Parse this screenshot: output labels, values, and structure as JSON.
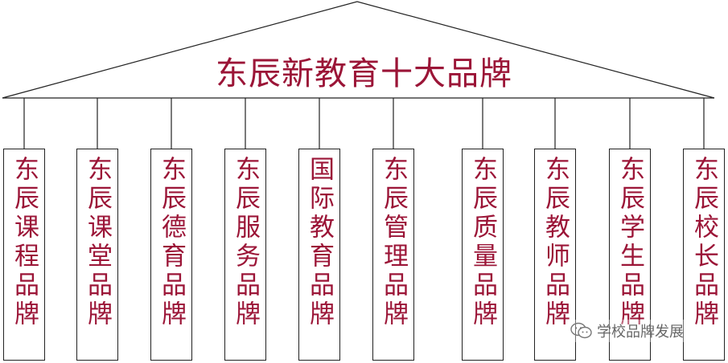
{
  "diagram": {
    "title": "东辰新教育十大品牌",
    "colors": {
      "text": "#9b1537",
      "line": "#222222"
    },
    "boxes": [
      {
        "label": "东辰课程品牌"
      },
      {
        "label": "东辰课堂品牌"
      },
      {
        "label": "东辰德育品牌"
      },
      {
        "label": "东辰服务品牌"
      },
      {
        "label": "国际教育品牌"
      },
      {
        "label": "东辰管理品牌"
      },
      {
        "label": "东辰质量品牌"
      },
      {
        "label": "东辰教师品牌"
      },
      {
        "label": "东辰学生品牌"
      },
      {
        "label": "东辰校长品牌"
      }
    ]
  },
  "watermark": {
    "icon": "wechat-icon",
    "text": "学校品牌发展"
  }
}
